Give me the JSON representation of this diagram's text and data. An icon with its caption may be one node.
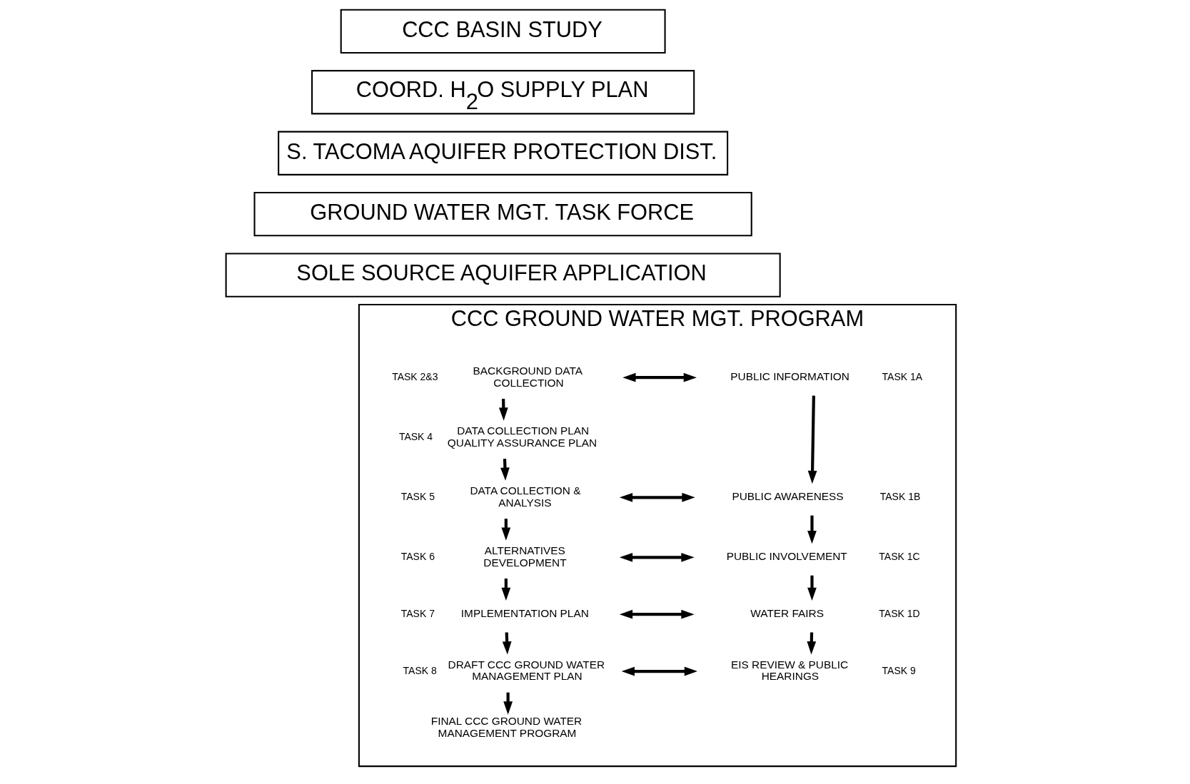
{
  "diagram": {
    "nodes": [
      {
        "text": [
          "CCC BASIN STUDY"
        ]
      },
      {
        "text": [
          "COORD. H$_{2}$O SUPPLY PLAN"
        ]
      },
      {
        "text": [
          "S. TACOMA AQUIFER PROTECTION DIST."
        ]
      },
      {
        "text": [
          "GROUND WATER MGT. TASK FORCE"
        ]
      },
      {
        "text": [
          "SOLE SOURCE AQUIFER APPLICATION"
        ]
      },
      {
        "text": [
          "CCC GROUND WATER MGT. PROGRAM"
        ]
      },
      {
        "text": [
          "BACKGROUND DATA COLLECTION"
        ],
        "beside": [
          "TASK 2&3"
        ],
        "in": 5
      },
      {
        "text": [
          "DATA COLLECTION PLAN QUALITY ASSURANCE PLAN"
        ],
        "beside": [
          "TASK 4"
        ],
        "in": 5
      },
      {
        "text": [
          "DATA COLLECTION & ANALYSIS"
        ],
        "beside": [
          "TASK 5"
        ],
        "in": 5
      },
      {
        "text": [
          "ALTERNATIVES DEVELOPMENT"
        ],
        "beside": [
          "TASK 6"
        ],
        "in": 5
      },
      {
        "text": [
          "IMPLEMENTATION PLAN"
        ],
        "beside": [
          "TASK 7"
        ],
        "in": 5
      },
      {
        "text": [
          "DRAFT CCC GROUND WATER MANAGEMENT PLAN"
        ],
        "beside": [
          "TASK 8"
        ],
        "in": 5
      },
      {
        "text": [
          "FINAL CCC GROUND WATER MANAGEMENT PROGRAM"
        ],
        "in": 5
      },
      {
        "text": [
          "PUBLIC INFORMATION"
        ],
        "beside": [
          "TASK 1A"
        ],
        "in": 5
      },
      {
        "text": [
          "PUBLIC AWARENESS"
        ],
        "beside": [
          "TASK 1B"
        ],
        "in": 5
      },
      {
        "text": [
          "PUBLIC INVOLVEMENT"
        ],
        "beside": [
          "TASK 1C"
        ],
        "in": 5
      },
      {
        "text": [
          "WATER FAIRS"
        ],
        "beside": [
          "TASK 1D"
        ],
        "in": 5
      },
      {
        "text": [
          "EIS REVIEW & PUBLIC HEARINGS"
        ],
        "beside": [
          "TASK 9"
        ],
        "in": 5
      }
    ],
    "edges": [
      {
        "from": 6,
        "to": 7,
        "arrow": "to"
      },
      {
        "from": 7,
        "to": 8,
        "arrow": "to"
      },
      {
        "from": 8,
        "to": 9,
        "arrow": "to"
      },
      {
        "from": 9,
        "to": 10,
        "arrow": "to"
      },
      {
        "from": 10,
        "to": 11,
        "arrow": "to"
      },
      {
        "from": 11,
        "to": 12,
        "arrow": "to"
      },
      {
        "from": 13,
        "to": 14,
        "arrow": "to"
      },
      {
        "from": 14,
        "to": 15,
        "arrow": "to"
      },
      {
        "from": 15,
        "to": 16,
        "arrow": "to"
      },
      {
        "from": 16,
        "to": 17,
        "arrow": "to"
      },
      {
        "from": 6,
        "to": 13,
        "arrow": "both"
      },
      {
        "from": 8,
        "to": 14,
        "arrow": "both"
      },
      {
        "from": 9,
        "to": 15,
        "arrow": "both"
      },
      {
        "from": 10,
        "to": 16,
        "arrow": "both"
      },
      {
        "from": 11,
        "to": 17,
        "arrow": "both"
      }
    ]
  }
}
